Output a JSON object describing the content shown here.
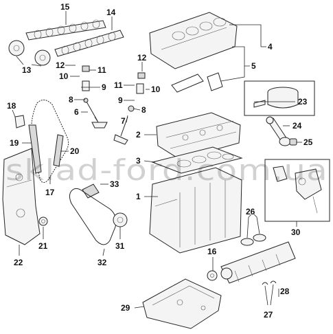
{
  "watermark": "sklad-ford.com.ua",
  "callouts": {
    "c1": "1",
    "c2": "2",
    "c3": "3",
    "c4": "4",
    "c5": "5",
    "c6": "6",
    "c7": "7",
    "c8a": "8",
    "c8b": "8",
    "c9a": "9",
    "c9b": "9",
    "c10a": "10",
    "c10b": "10",
    "c11a": "11",
    "c11b": "11",
    "c12a": "12",
    "c12b": "12",
    "c13": "13",
    "c14": "14",
    "c15": "15",
    "c16": "16",
    "c17": "17",
    "c18": "18",
    "c19": "19",
    "c20": "20",
    "c21": "21",
    "c22": "22",
    "c23": "23",
    "c24": "24",
    "c25": "25",
    "c26": "26",
    "c27": "27",
    "c28": "28",
    "c29": "29",
    "c30": "30",
    "c31": "31",
    "c32": "32",
    "c33": "33"
  }
}
